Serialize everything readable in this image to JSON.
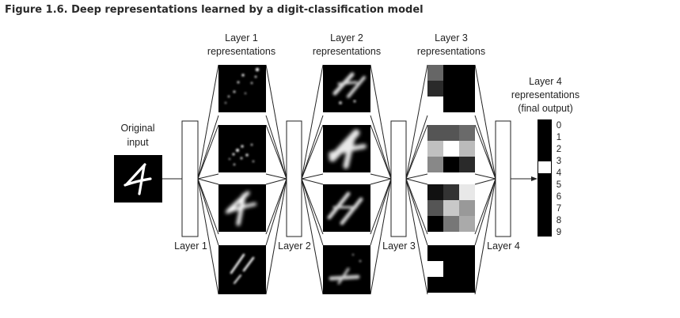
{
  "figure": {
    "caption": "Figure 1.6. Deep representations learned by a digit-classification model"
  },
  "input": {
    "label_line1": "Original",
    "label_line2": "input",
    "glyph": "4"
  },
  "layers": [
    {
      "header_line1": "Layer 1",
      "header_line2": "representations",
      "label": "Layer 1"
    },
    {
      "header_line1": "Layer 2",
      "header_line2": "representations",
      "label": "Layer 2"
    },
    {
      "header_line1": "Layer 3",
      "header_line2": "representations",
      "label": "Layer 3"
    },
    {
      "header_line1": "Layer 4",
      "header_line2": "representations",
      "header_line3": "(final output)",
      "label": "Layer 4"
    }
  ],
  "output": {
    "digits": [
      "0",
      "1",
      "2",
      "3",
      "4",
      "5",
      "6",
      "7",
      "8",
      "9"
    ],
    "highlighted_digit": "4"
  },
  "layer3_maps": [
    {
      "cells": [
        "#666666",
        "#000000",
        "#000000",
        "#2a2a2a",
        "#000000",
        "#000000",
        "#ffffff",
        "#000000",
        "#000000"
      ]
    },
    {
      "cells": [
        "#555555",
        "#555555",
        "#6a6a6a",
        "#c0c0c0",
        "#ffffff",
        "#bbbbbb",
        "#888888",
        "#000000",
        "#2a2a2a"
      ]
    },
    {
      "cells": [
        "#111111",
        "#333333",
        "#e8e8e8",
        "#555555",
        "#c8c8c8",
        "#999999",
        "#000000",
        "#777777",
        "#aaaaaa"
      ]
    },
    {
      "cells": [
        "#000000",
        "#000000",
        "#000000",
        "#ffffff",
        "#000000",
        "#000000",
        "#000000",
        "#000000",
        "#000000"
      ]
    }
  ]
}
